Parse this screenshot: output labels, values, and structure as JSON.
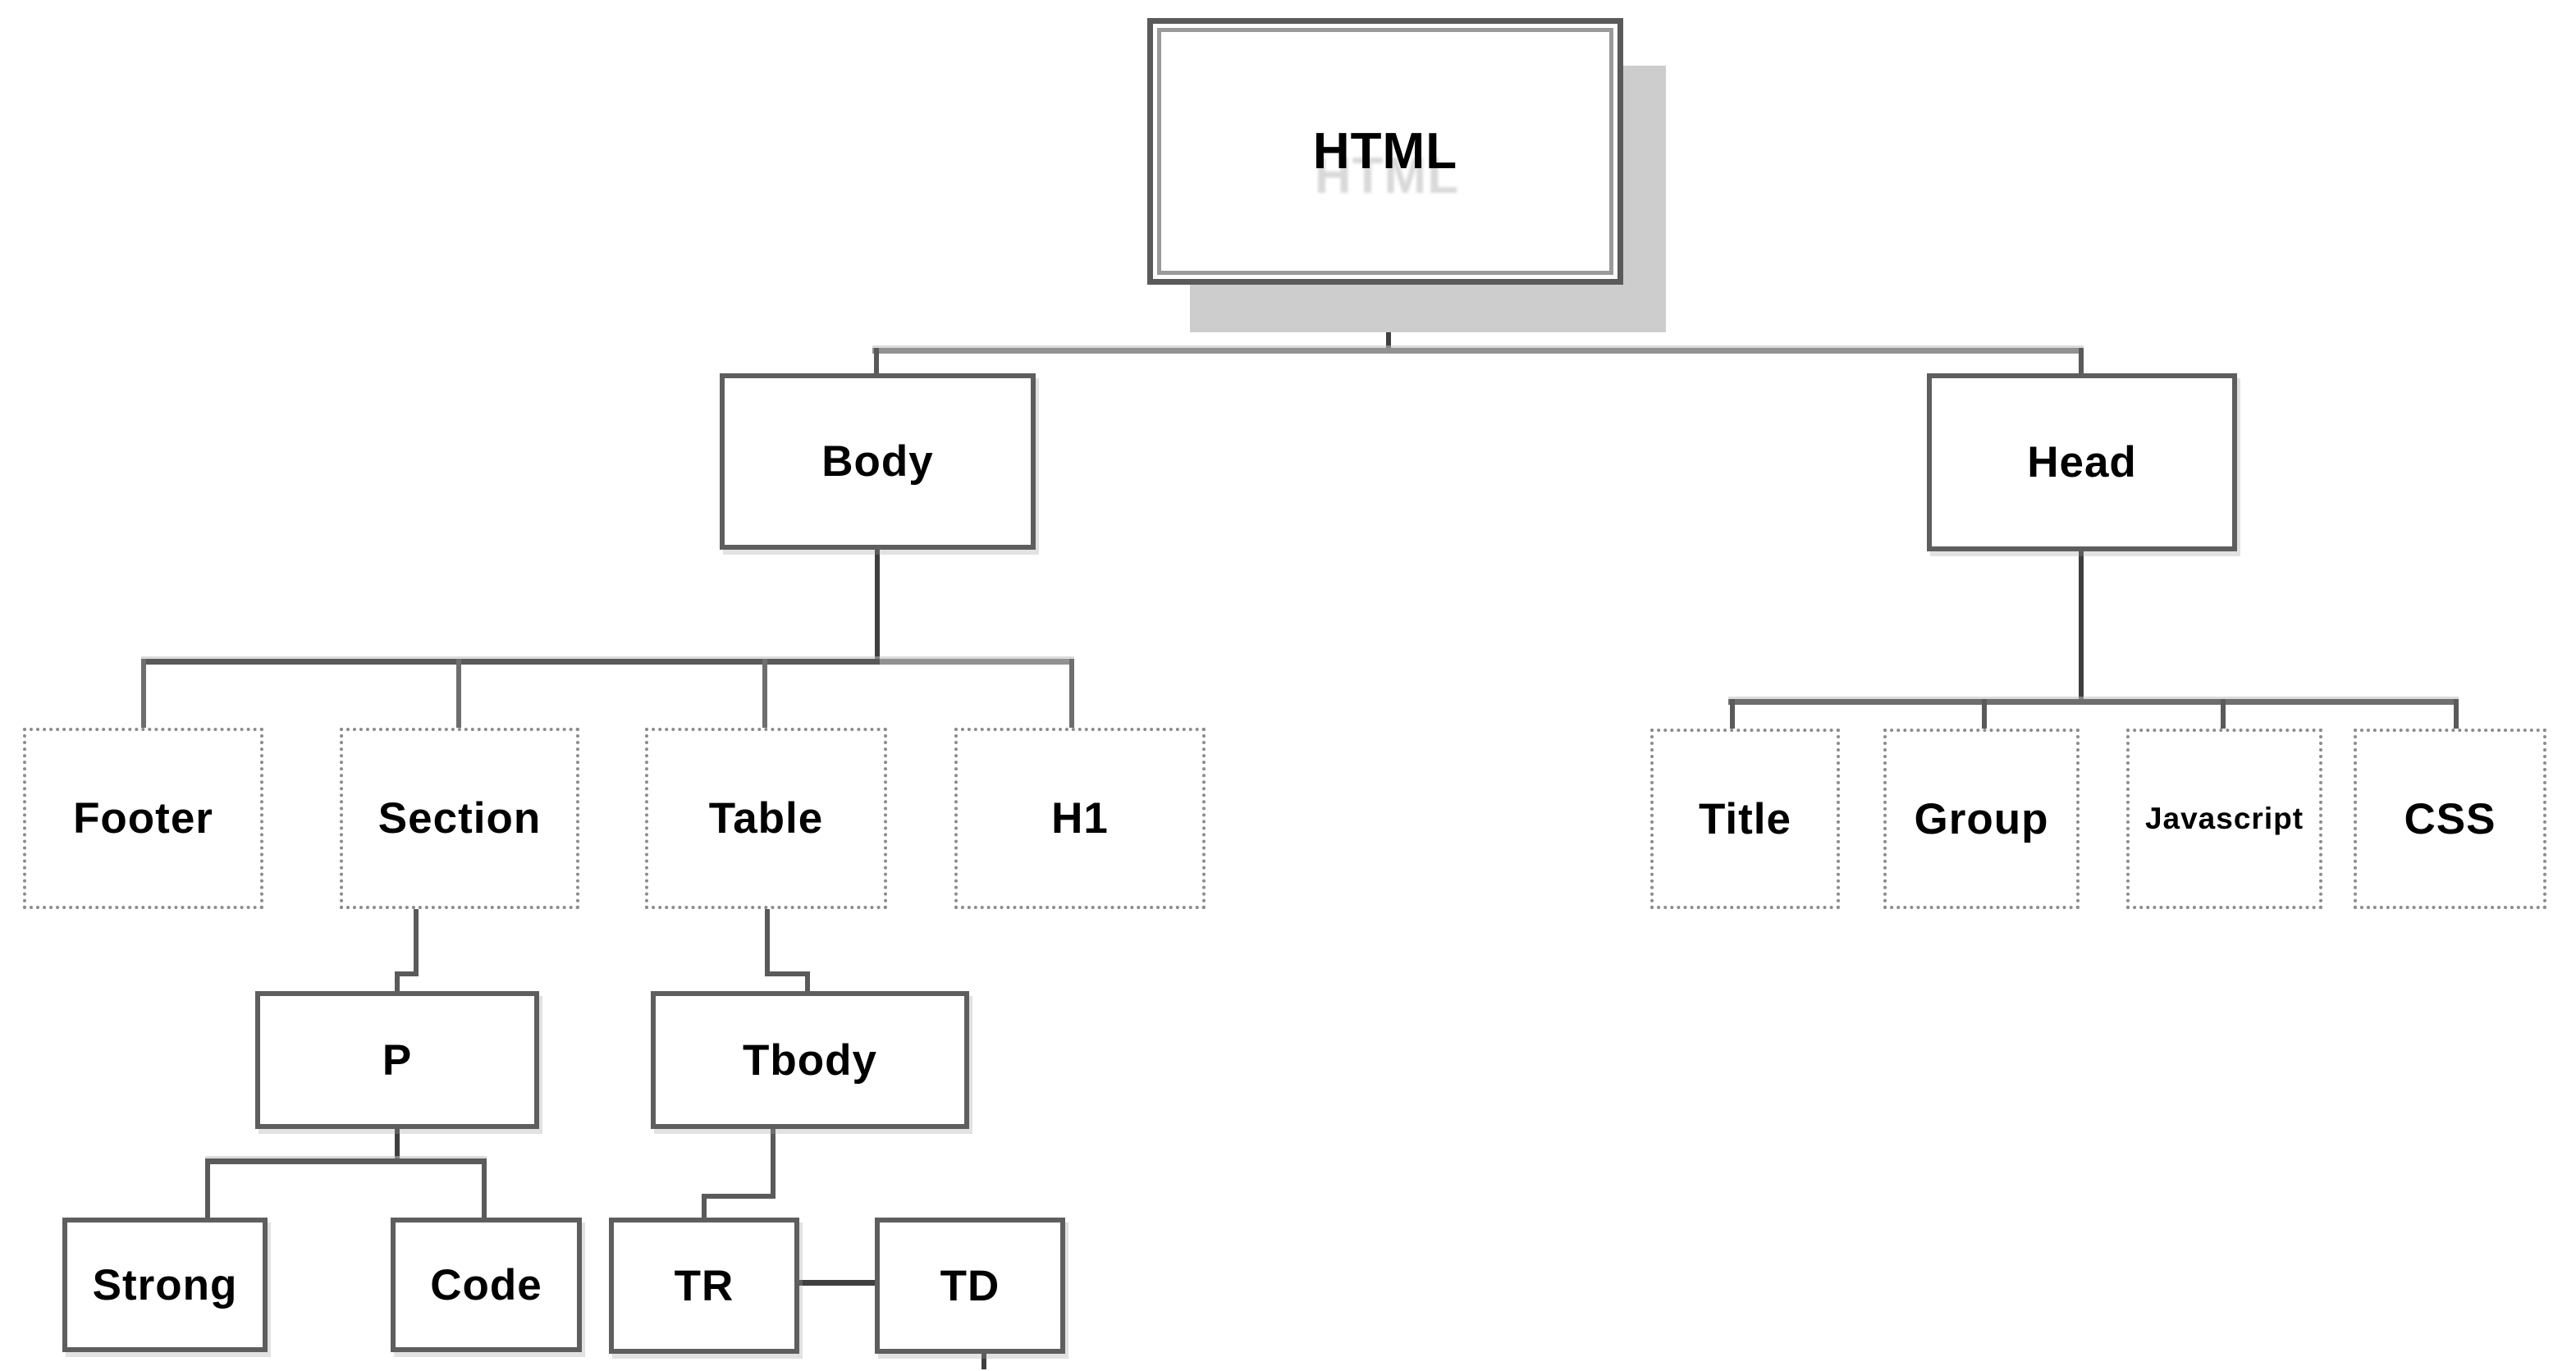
{
  "diagram_type": "tree",
  "nodes": {
    "html": {
      "label": "HTML"
    },
    "body": {
      "label": "Body"
    },
    "head": {
      "label": "Head"
    },
    "footer": {
      "label": "Footer"
    },
    "section": {
      "label": "Section"
    },
    "table": {
      "label": "Table"
    },
    "h1": {
      "label": "H1"
    },
    "title": {
      "label": "Title"
    },
    "group": {
      "label": "Group"
    },
    "javascript": {
      "label": "Javascript"
    },
    "css": {
      "label": "CSS"
    },
    "p": {
      "label": "P"
    },
    "tbody": {
      "label": "Tbody"
    },
    "strong": {
      "label": "Strong"
    },
    "code": {
      "label": "Code"
    },
    "tr": {
      "label": "TR"
    },
    "td": {
      "label": "TD"
    }
  },
  "hierarchy": {
    "html": [
      "body",
      "head"
    ],
    "body": [
      "footer",
      "section",
      "table",
      "h1"
    ],
    "head": [
      "title",
      "group",
      "javascript",
      "css"
    ],
    "section": [
      "p"
    ],
    "table": [
      "tbody"
    ],
    "p": [
      "strong",
      "code"
    ],
    "tbody": [
      "tr"
    ],
    "tr": [
      "td"
    ]
  },
  "styles": {
    "background": "#ffffff",
    "solid_border_color": "#5e5e5e",
    "dotted_border_color": "#8c8c8c",
    "frame_outer_border_color": "#5a5a5a",
    "frame_inner_border_color": "#9a9a9a",
    "line_color": "#6e6e6e",
    "shadow_color": "#cdcdcd",
    "text_color": "#000000"
  }
}
